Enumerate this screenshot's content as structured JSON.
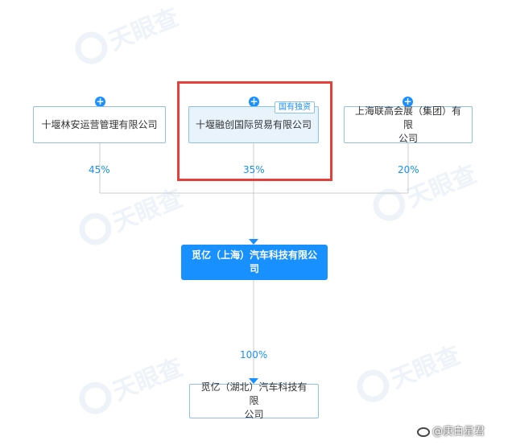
{
  "nodes": {
    "shareholder_1": {
      "name": "十堰林安运营管理有限公司",
      "percent": "45%"
    },
    "shareholder_2": {
      "name": "十堰融创国际贸易有限公司",
      "percent": "35%",
      "tag": "国有独资"
    },
    "shareholder_3": {
      "name_line1": "上海联高会展（集团）有限",
      "name_line2": "公司",
      "percent": "20%"
    },
    "target": {
      "name": "觅亿（上海）汽车科技有限公司"
    },
    "subsidiary": {
      "name_line1": "觅亿（湖北）汽车科技有限",
      "name_line2": "公司",
      "percent": "100%"
    }
  },
  "watermark": "天眼查",
  "credit": "@庚白星君",
  "colors": {
    "accent": "#1890ff",
    "border": "#8fc0ea",
    "highlight": "#e5413a",
    "line": "#c8ccd1"
  }
}
